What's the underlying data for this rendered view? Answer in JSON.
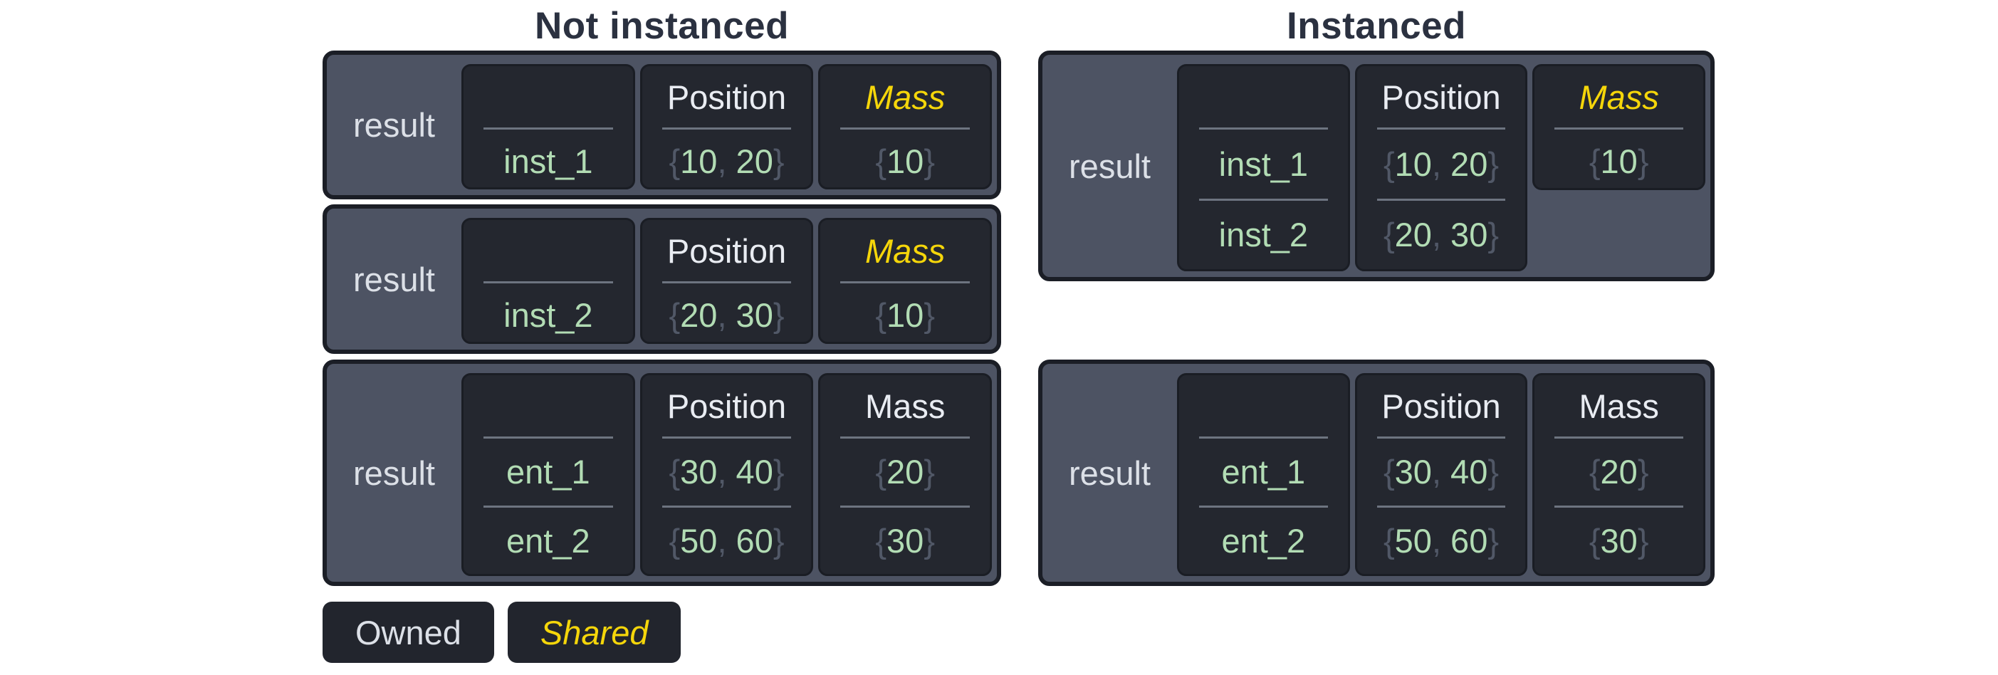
{
  "colors": {
    "title": "#2b3140",
    "box-bg": "#4d5363",
    "box-border": "#1b1e26",
    "cell-bg": "#24272f",
    "cell-border": "#1a1d24",
    "header-text": "#e9ecf2",
    "label-text": "#dce0e7",
    "shared": "#f5d60a",
    "green": "#b2dcb4",
    "punct": "#515867",
    "line": "#6d7480",
    "legend-bg": "#22252d"
  },
  "left": {
    "title": "Not instanced",
    "boxes": [
      {
        "label": "result",
        "cells": [
          {
            "header": "",
            "values": [
              "inst_1"
            ]
          },
          {
            "header": "Position",
            "values": [
              "{10, 20}"
            ]
          },
          {
            "header": "Mass",
            "shared": true,
            "values": [
              "{10}"
            ]
          }
        ]
      },
      {
        "label": "result",
        "cells": [
          {
            "header": "",
            "values": [
              "inst_2"
            ]
          },
          {
            "header": "Position",
            "values": [
              "{20, 30}"
            ]
          },
          {
            "header": "Mass",
            "shared": true,
            "values": [
              "{10}"
            ]
          }
        ]
      },
      {
        "label": "result",
        "cells": [
          {
            "header": "",
            "values": [
              "ent_1",
              "ent_2"
            ]
          },
          {
            "header": "Position",
            "values": [
              "{30, 40}",
              "{50, 60}"
            ]
          },
          {
            "header": "Mass",
            "shared": false,
            "values": [
              "{20}",
              "{30}"
            ]
          }
        ]
      }
    ]
  },
  "right": {
    "title": "Instanced",
    "boxes": [
      {
        "label": "result",
        "cells": [
          {
            "header": "",
            "values": [
              "inst_1",
              "inst_2"
            ]
          },
          {
            "header": "Position",
            "values": [
              "{10, 20}",
              "{20, 30}"
            ]
          },
          {
            "header": "Mass",
            "shared": true,
            "short": true,
            "values": [
              "{10}"
            ]
          }
        ]
      },
      {
        "label": "result",
        "cells": [
          {
            "header": "",
            "values": [
              "ent_1",
              "ent_2"
            ]
          },
          {
            "header": "Position",
            "values": [
              "{30, 40}",
              "{50, 60}"
            ]
          },
          {
            "header": "Mass",
            "shared": false,
            "values": [
              "{20}",
              "{30}"
            ]
          }
        ]
      }
    ]
  },
  "legend": [
    {
      "label": "Owned",
      "shared": false
    },
    {
      "label": "Shared",
      "shared": true
    }
  ]
}
